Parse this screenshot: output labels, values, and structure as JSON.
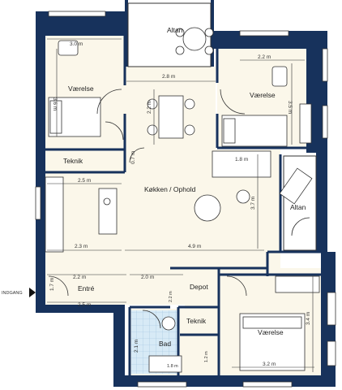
{
  "colors": {
    "wall_outer": "#17325c",
    "wall_inner": "#17325c",
    "floor": "#fbf7ea",
    "bath_tile": "#d7eaf6",
    "furniture_fill": "#ffffff",
    "line": "#333333"
  },
  "rooms": {
    "alrum": "Altan",
    "vaerelse_left": "Værelse",
    "vaerelse_right": "Værelse",
    "kokken": "Køkken / Ophold",
    "teknik_left": "Teknik",
    "teknik_bottom": "Teknik",
    "altan_right": "Altan",
    "entre": "Entré",
    "depot": "Depot",
    "bad": "Bad",
    "vaerelse_bottom": "Værelse"
  },
  "entrance": "INDGANG",
  "dimensions": {
    "d_3_0": "3.0 m",
    "d_3_6": "3.6 m",
    "d_2_8": "2.8 m",
    "d_2_2_top": "2.2 m",
    "d_3_5": "3.5 m",
    "d_2_2_mid": "2.2 m",
    "d_0_7": "0.7 m",
    "d_1_8": "1.8 m",
    "d_2_5_top": "2.5 m",
    "d_2_3": "2.3 m",
    "d_4_9": "4.9 m",
    "d_3_7": "3.7 m",
    "d_2_2_entre": "2.2 m",
    "d_2_0": "2.0 m",
    "d_1_7": "1.7 m",
    "d_2_5_entre": "2.5 m",
    "d_3_4": "3.4 m",
    "d_3_2": "3.2 m",
    "d_2_1": "2.1 m",
    "d_1_8_bad": "1.8 m",
    "d_1_2": "1.2 m",
    "d_2_2_side": "2.2 m"
  }
}
